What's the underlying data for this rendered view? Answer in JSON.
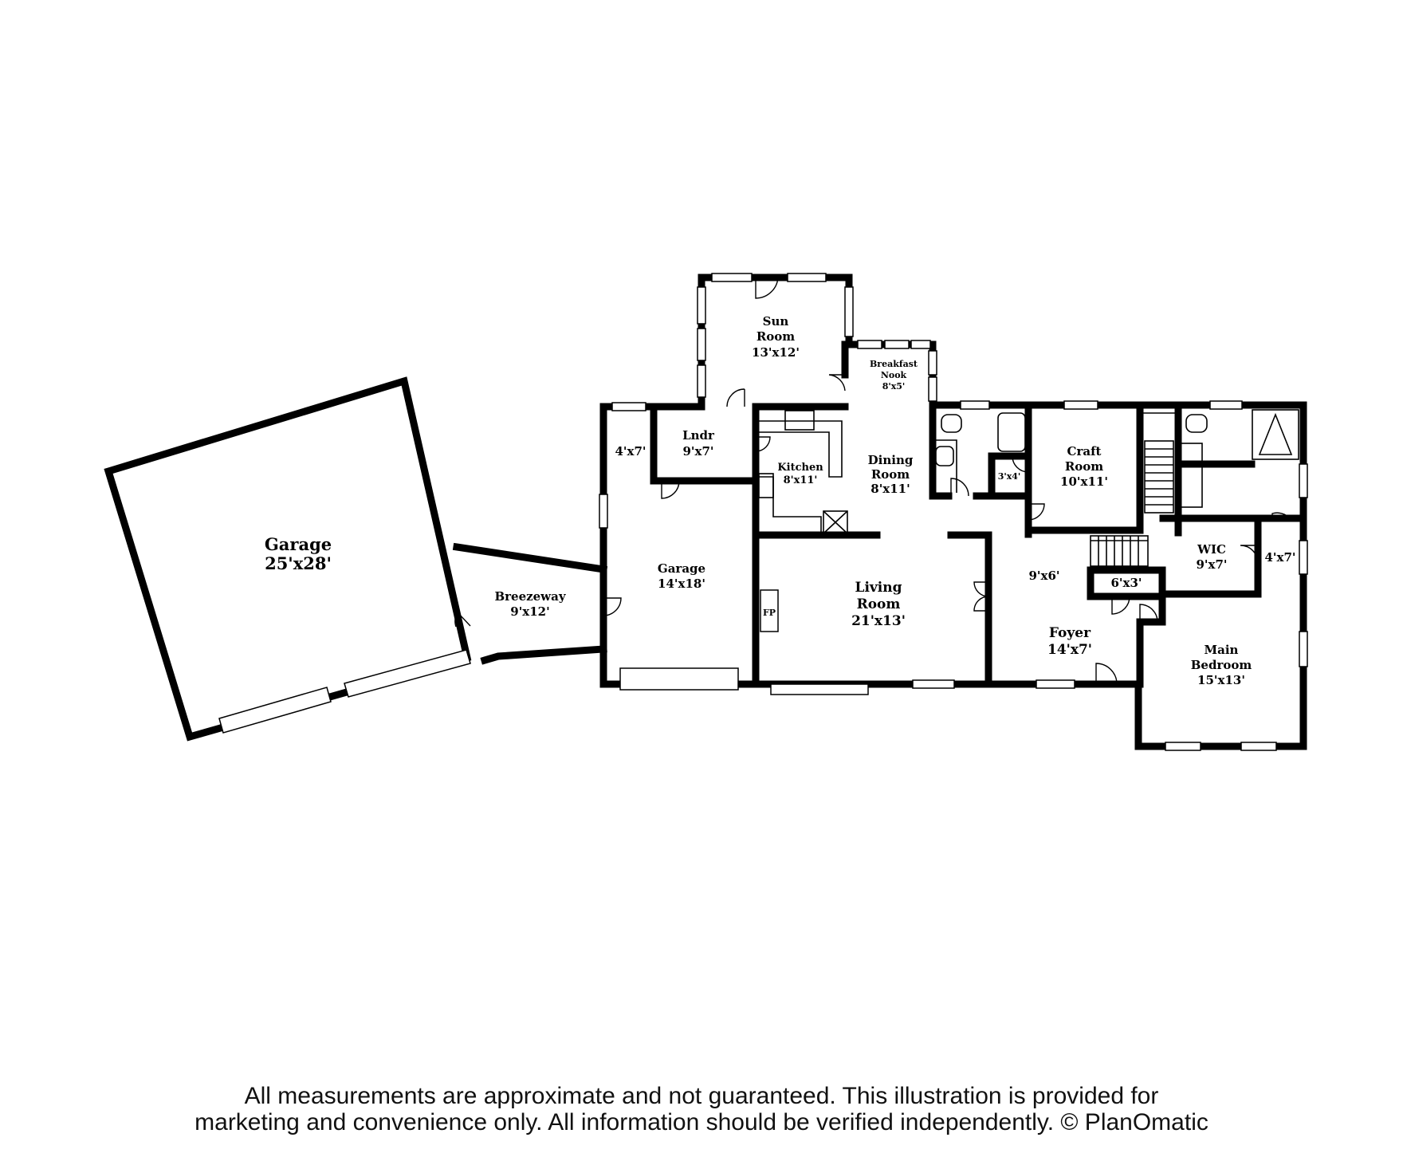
{
  "rooms": {
    "garage_large": {
      "name": "Garage",
      "size": "25'x28'"
    },
    "breezeway": {
      "name": "Breezeway",
      "size": "9'x12'"
    },
    "garage_small": {
      "name": "Garage",
      "size": "14'x18'"
    },
    "closet_4x7_left": {
      "size": "4'x7'"
    },
    "laundry": {
      "name": "Lndr",
      "size": "9'x7'"
    },
    "sun_room": {
      "name_line1": "Sun",
      "name_line2": "Room",
      "size": "13'x12'"
    },
    "breakfast_nook": {
      "name_line1": "Breakfast",
      "name_line2": "Nook",
      "size": "8'x5'"
    },
    "kitchen": {
      "name": "Kitchen",
      "size": "8'x11'"
    },
    "dining_room": {
      "name_line1": "Dining",
      "name_line2": "Room",
      "size": "8'x11'"
    },
    "living_room": {
      "name_line1": "Living",
      "name_line2": "Room",
      "size": "21'x13'"
    },
    "fireplace": {
      "label": "FP"
    },
    "closet_3x4": {
      "size": "3'x4'"
    },
    "craft_room": {
      "name_line1": "Craft",
      "name_line2": "Room",
      "size": "10'x11'"
    },
    "hall_9x6": {
      "size": "9'x6'"
    },
    "closet_6x3": {
      "size": "6'x3'"
    },
    "foyer": {
      "name": "Foyer",
      "size": "14'x7'"
    },
    "wic": {
      "name": "WIC",
      "size": "9'x7'"
    },
    "closet_4x7_right": {
      "size": "4'x7'"
    },
    "main_bedroom": {
      "name_line1": "Main",
      "name_line2": "Bedroom",
      "size": "15'x13'"
    }
  },
  "disclaimer": {
    "line1": "All measurements are approximate and not guaranteed. This illustration is provided for",
    "line2": "marketing and convenience only. All information should be verified independently. © PlanOmatic"
  }
}
